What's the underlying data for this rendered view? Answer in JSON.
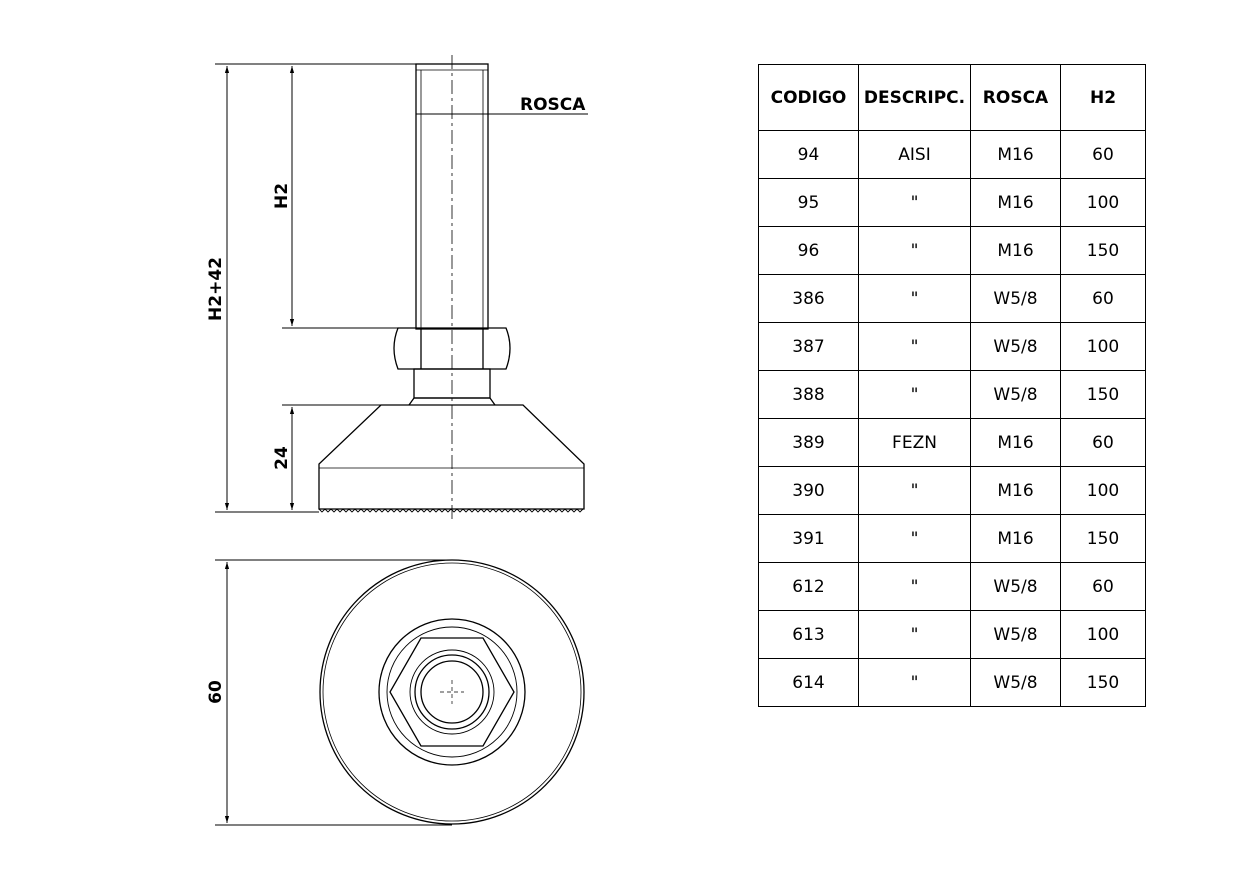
{
  "drawing": {
    "labels": {
      "thread": "ROSCA",
      "h2": "H2",
      "total_height": "H2+42",
      "base_height": "24",
      "diameter": "60"
    }
  },
  "table": {
    "headers": [
      "CODIGO",
      "DESCRIPC.",
      "ROSCA",
      "H2"
    ],
    "rows": [
      [
        "94",
        "AISI",
        "M16",
        "60"
      ],
      [
        "95",
        "\"",
        "M16",
        "100"
      ],
      [
        "96",
        "\"",
        "M16",
        "150"
      ],
      [
        "386",
        "\"",
        "W5/8",
        "60"
      ],
      [
        "387",
        "\"",
        "W5/8",
        "100"
      ],
      [
        "388",
        "\"",
        "W5/8",
        "150"
      ],
      [
        "389",
        "FEZN",
        "M16",
        "60"
      ],
      [
        "390",
        "\"",
        "M16",
        "100"
      ],
      [
        "391",
        "\"",
        "M16",
        "150"
      ],
      [
        "612",
        "\"",
        "W5/8",
        "60"
      ],
      [
        "613",
        "\"",
        "W5/8",
        "100"
      ],
      [
        "614",
        "\"",
        "W5/8",
        "150"
      ]
    ]
  }
}
